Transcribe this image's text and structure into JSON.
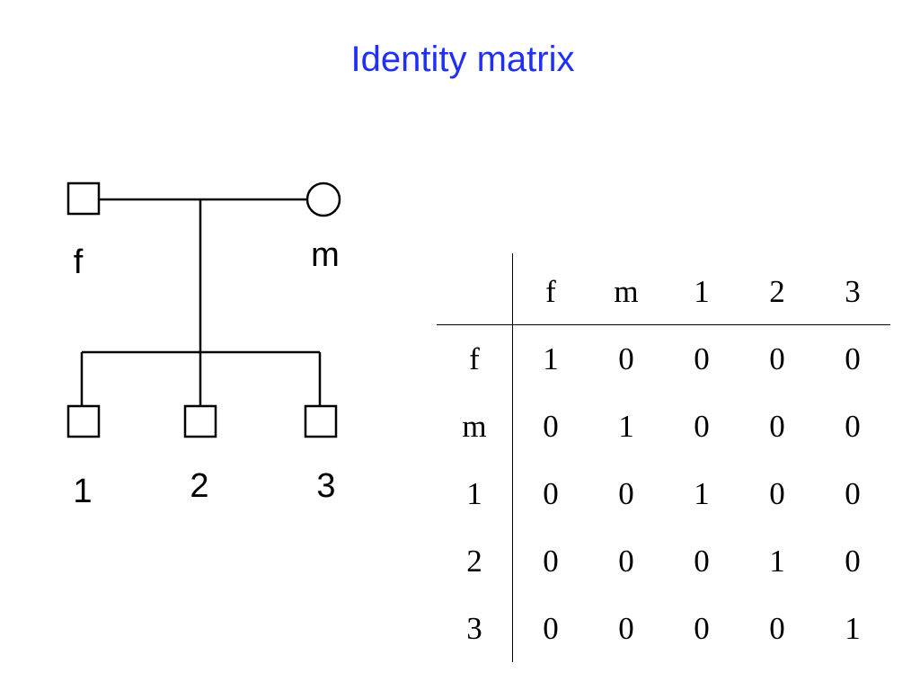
{
  "title": "Identity matrix",
  "colors": {
    "title": "#1f2fff",
    "line": "#000000"
  },
  "pedigree": {
    "father_label": "f",
    "mother_label": "m",
    "children_labels": [
      "1",
      "2",
      "3"
    ]
  },
  "matrix": {
    "column_headers": [
      "f",
      "m",
      "1",
      "2",
      "3"
    ],
    "rows": [
      {
        "label": "f",
        "values": [
          "1",
          "0",
          "0",
          "0",
          "0"
        ]
      },
      {
        "label": "m",
        "values": [
          "0",
          "1",
          "0",
          "0",
          "0"
        ]
      },
      {
        "label": "1",
        "values": [
          "0",
          "0",
          "1",
          "0",
          "0"
        ]
      },
      {
        "label": "2",
        "values": [
          "0",
          "0",
          "0",
          "1",
          "0"
        ]
      },
      {
        "label": "3",
        "values": [
          "0",
          "0",
          "0",
          "0",
          "1"
        ]
      }
    ]
  }
}
